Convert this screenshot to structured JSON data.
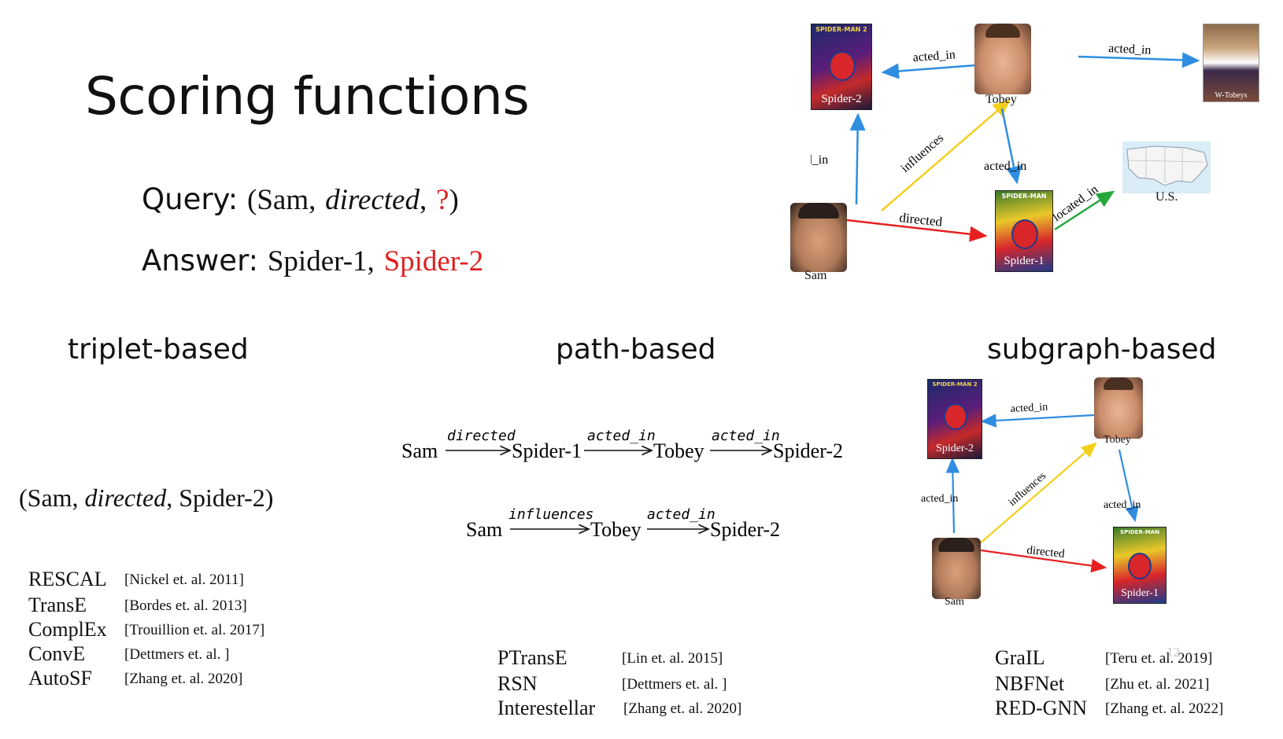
{
  "title": "Scoring functions",
  "query": {
    "label": "Query:",
    "open": "(Sam,",
    "relation": "directed",
    "comma": ",",
    "unknown": "?",
    "close": ")"
  },
  "answer": {
    "label": "Answer:",
    "first": "Spider-1,",
    "second": "Spider-2"
  },
  "sections": {
    "triplet": "triplet-based",
    "path": "path-based",
    "subgraph": "subgraph-based"
  },
  "triplet_example": {
    "open": "(Sam,",
    "relation": "directed",
    "close": ", Spider-2)"
  },
  "paths": [
    {
      "nodes": [
        "Sam",
        "Spider-1",
        "Tobey",
        "Spider-2"
      ],
      "relations": [
        "directed",
        "acted_in",
        "acted_in"
      ]
    },
    {
      "nodes": [
        "Sam",
        "Tobey",
        "Spider-2"
      ],
      "relations": [
        "influences",
        "acted_in"
      ]
    }
  ],
  "graph_top": {
    "nodes": {
      "spider2": "Spider-2",
      "tobey": "Tobey",
      "movie_right": "W-Tobeys",
      "sam": "Sam",
      "spider1": "Spider-1",
      "us": "U.S.",
      "poster_header": "SPIDER-MAN 2",
      "poster1_header": "SPIDER-MAN"
    },
    "edges": {
      "tobey_spider2": "acted_in",
      "tobey_right": "acted_in",
      "sam_spider2": "acted_in",
      "sam_tobey": "influences",
      "tobey_spider1": "acted_in",
      "sam_spider1": "directed",
      "spider1_us": "located_in"
    }
  },
  "graph_bottom": {
    "nodes": {
      "spider2": "Spider-2",
      "tobey": "Tobey",
      "sam": "Sam",
      "spider1": "Spider-1",
      "poster_header": "SPIDER-MAN 2",
      "poster1_header": "SPIDER-MAN"
    },
    "edges": {
      "tobey_spider2": "acted_in",
      "sam_spider2": "acted_in",
      "sam_tobey": "influences",
      "tobey_spider1": "acted_in",
      "sam_spider1": "directed"
    }
  },
  "refs": {
    "triplet": [
      {
        "name": "RESCAL",
        "cite": "[Nickel et. al. 2011]"
      },
      {
        "name": "TransE",
        "cite": "[Bordes et. al.  2013]"
      },
      {
        "name": "ComplEx",
        "cite": "[Trouillion et. al. 2017]"
      },
      {
        "name": "ConvE",
        "cite": "[Dettmers et. al. ]"
      },
      {
        "name": "AutoSF",
        "cite": "[Zhang et. al. 2020]"
      }
    ],
    "path": [
      {
        "name": "PTransE",
        "cite": "[Lin et. al. 2015]"
      },
      {
        "name": "RSN",
        "cite": "[Dettmers et. al. ]"
      },
      {
        "name": "Interestellar",
        "cite": "[Zhang et. al. 2020]"
      }
    ],
    "subgraph": [
      {
        "name": "GraIL",
        "cite": "[Teru et. al. 2019]"
      },
      {
        "name": "NBFNet",
        "cite": "[Zhu et. al. 2021]"
      },
      {
        "name": "RED-GNN",
        "cite": "[Zhang et. al. 2022]"
      }
    ]
  },
  "page_number": "12",
  "colors": {
    "blue": "#2f8ee0",
    "yellow": "#f3cf1b",
    "red": "#e62020",
    "green": "#25a83a",
    "highlight": "#e02020"
  }
}
